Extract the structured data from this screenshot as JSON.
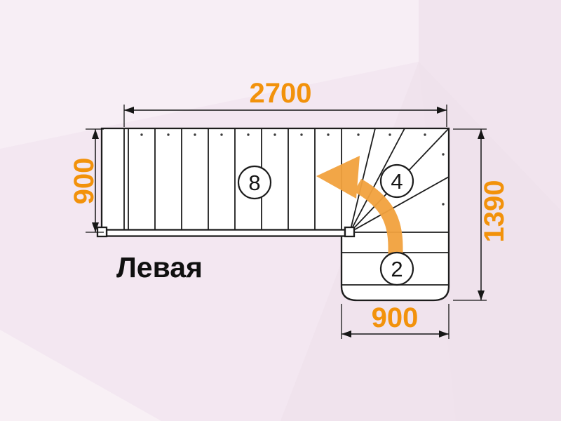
{
  "title_label": "Левая",
  "dimensions": {
    "top_width": "2700",
    "left_depth": "900",
    "right_height": "1390",
    "bottom_width": "900"
  },
  "step_counts": {
    "straight_flight": "8",
    "winder_steps": "4",
    "lower_flight": "2"
  },
  "colors": {
    "dimension_text": "#F2920B",
    "direction_arrow": "#F2A23E",
    "drawing_lines": "#1D1D1D",
    "stair_fill": "#FFFFFF",
    "background": "#F3E7F1"
  }
}
